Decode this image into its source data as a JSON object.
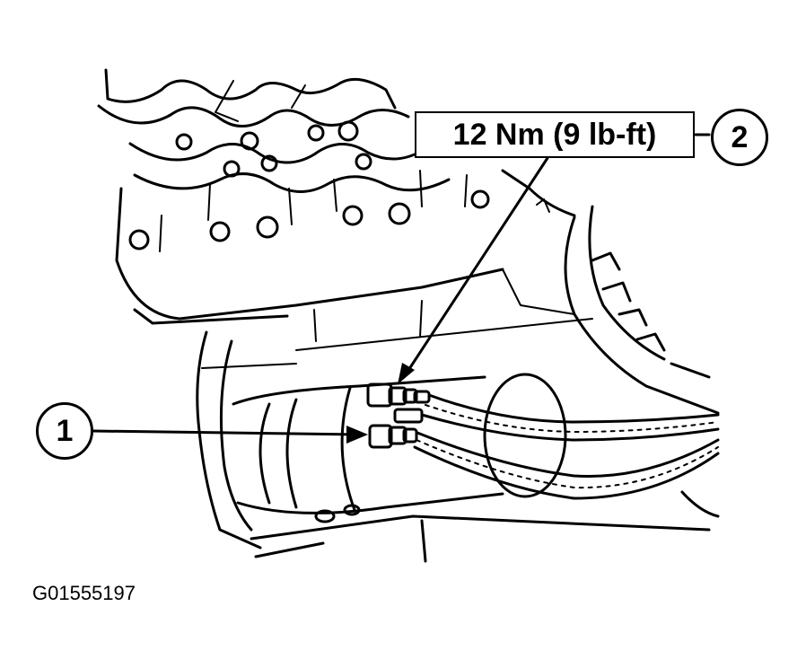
{
  "torque_spec": "12 Nm (9 lb-ft)",
  "callouts": [
    "1",
    "2"
  ],
  "figure_id": "G01555197"
}
